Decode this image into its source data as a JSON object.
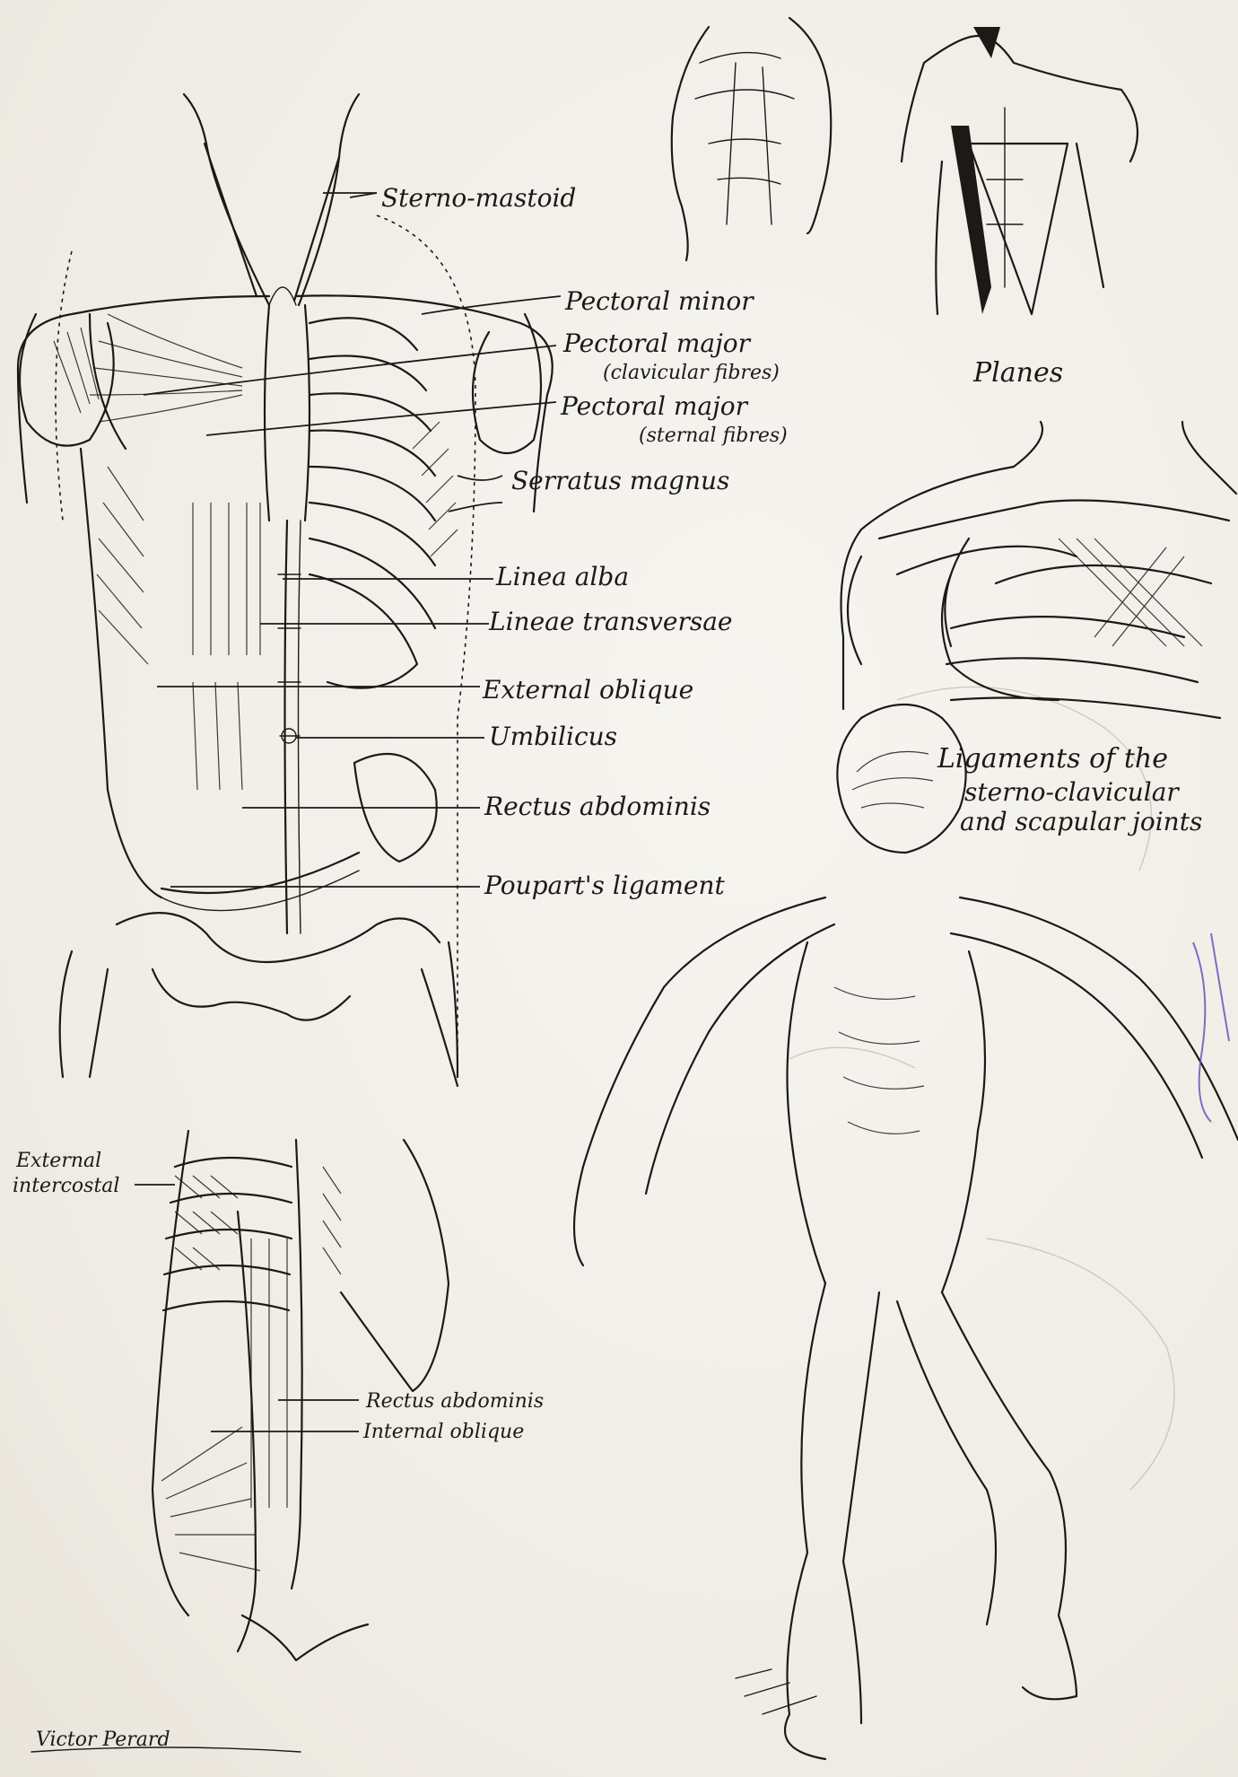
{
  "labels": {
    "sterno_mastoid": "Sterno-mastoid",
    "pectoral_minor": "Pectoral minor",
    "pectoral_major_1": "Pectoral major",
    "clavicular_fibres": "(clavicular fibres)",
    "pectoral_major_2": "Pectoral major",
    "sternal_fibres": "(sternal fibres)",
    "serratus_magnus": "Serratus magnus",
    "linea_alba": "Linea alba",
    "lineae_transversae": "Lineae transversae",
    "external_oblique": "External oblique",
    "umbilicus": "Umbilicus",
    "rectus_abdominis": "Rectus abdominis",
    "pouparts_ligament": "Poupart's ligament",
    "external_intercostal_1": "External",
    "external_intercostal_2": "intercostal",
    "rectus_abdominis_2": "Rectus abdominis",
    "internal_oblique": "Internal oblique"
  },
  "captions": {
    "planes": "Planes",
    "ligaments_1": "Ligaments of the",
    "ligaments_2": "sterno-clavicular",
    "ligaments_3": "and scapular joints"
  },
  "signature": "Victor Perard"
}
